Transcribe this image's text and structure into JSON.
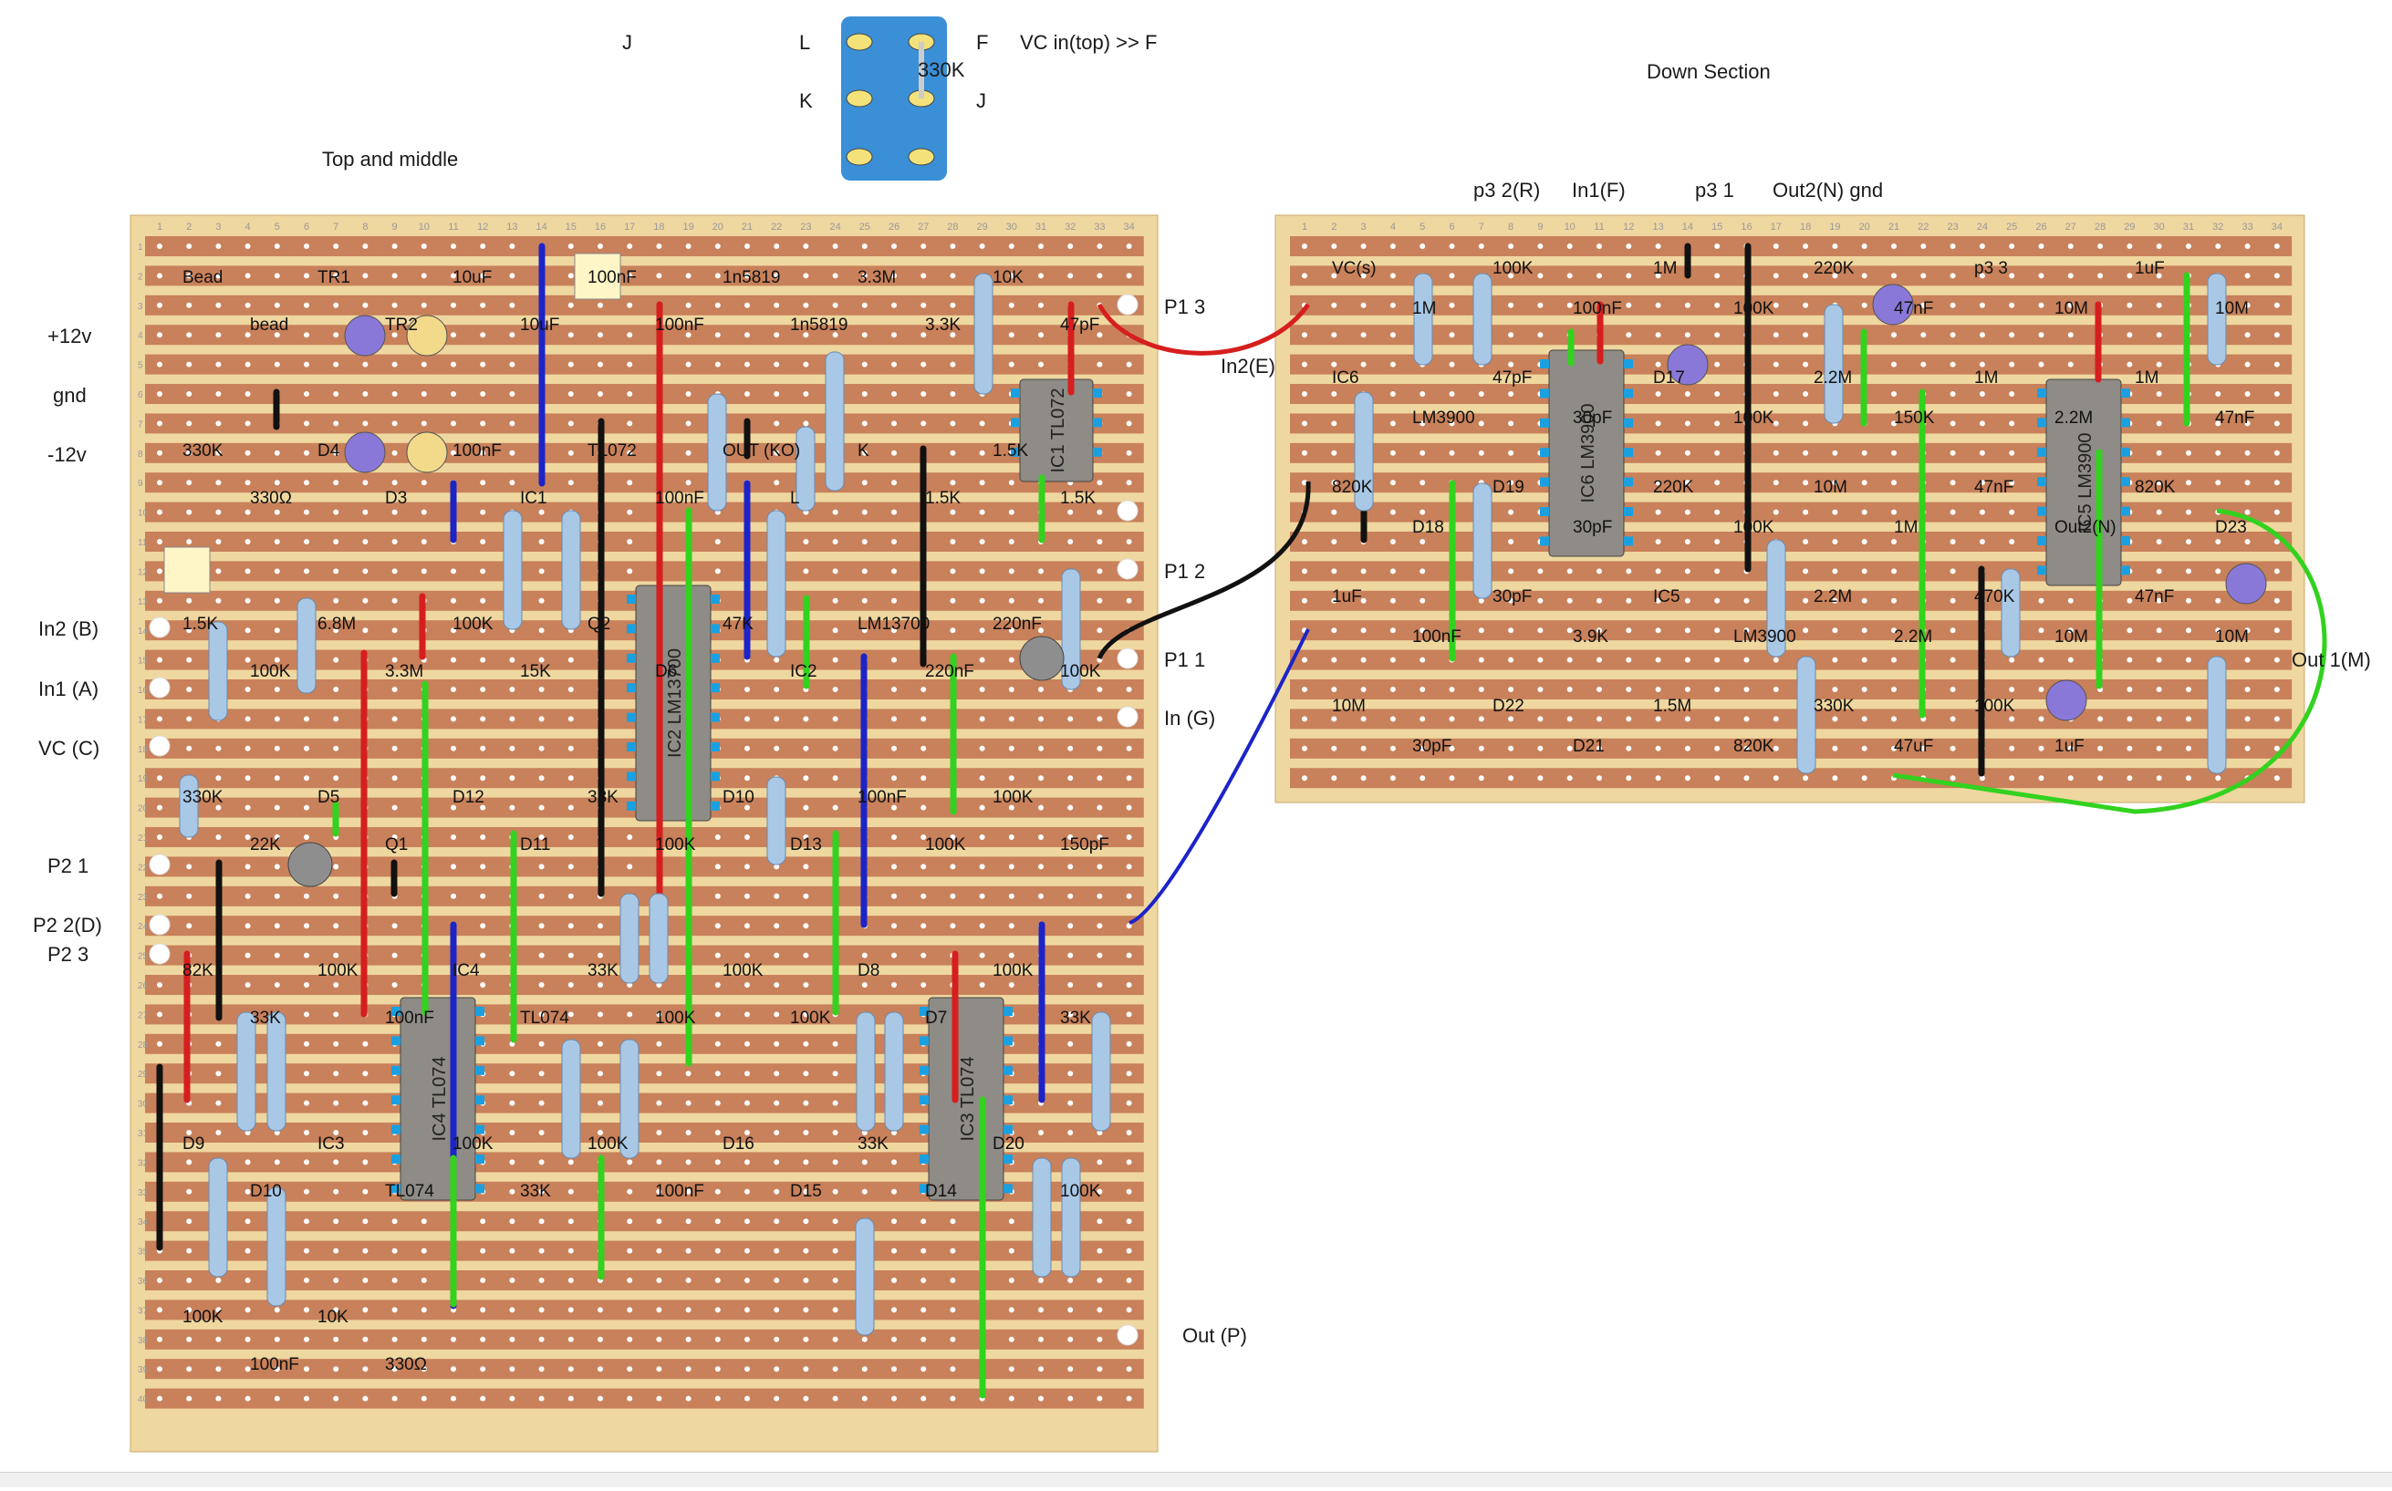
{
  "titles": {
    "top_middle": "Top and middle",
    "down_section": "Down Section",
    "switch_note": "VC in(top) >> F"
  },
  "switch": {
    "labels_left": [
      "L",
      "K"
    ],
    "labels_right": [
      "F",
      "J"
    ],
    "label_far_left": "J",
    "resistor": "330K"
  },
  "left_board": {
    "column_numbers": [
      "1",
      "2",
      "3",
      "4",
      "5",
      "6",
      "7",
      "8",
      "9",
      "10",
      "11",
      "12",
      "13",
      "14",
      "15",
      "16",
      "17",
      "18",
      "19",
      "20",
      "21",
      "22",
      "23",
      "24",
      "25",
      "26",
      "27",
      "28",
      "29",
      "30",
      "31",
      "32",
      "33",
      "34"
    ],
    "left_labels": [
      "+12v",
      "gnd",
      "-12v",
      "In2 (B)",
      "In1 (A)",
      "VC (C)",
      "P2 1",
      "P2 2(D)",
      "P2 3"
    ],
    "right_labels": [
      "P1 3",
      "P1 2",
      "P1 1",
      "In (G)",
      "Out (P)"
    ],
    "component_labels": [
      "Bead",
      "bead",
      "TR1",
      "TR2",
      "10uF",
      "10uF",
      "100nF",
      "100nF",
      "1n5819",
      "1n5819",
      "3.3M",
      "3.3K",
      "10K",
      "47pF",
      "330K",
      "330Ω",
      "D4",
      "D3",
      "100nF",
      "IC1",
      "TL072",
      "100nF",
      "OUT (KO)",
      "L",
      "K",
      "1.5K",
      "1.5K",
      "1.5K",
      "1.5K",
      "100K",
      "6.8M",
      "3.3M",
      "100K",
      "15K",
      "Q2",
      "D6",
      "47K",
      "IC2",
      "LM13700",
      "220nF",
      "220nF",
      "100K",
      "330K",
      "22K",
      "D5",
      "Q1",
      "D12",
      "D11",
      "33K",
      "100K",
      "D10",
      "D13",
      "100nF",
      "100K",
      "100K",
      "150pF",
      "82K",
      "33K",
      "100K",
      "100nF",
      "IC4",
      "TL074",
      "33K",
      "100K",
      "100K",
      "100K",
      "D8",
      "D7",
      "100K",
      "33K",
      "D9",
      "D10",
      "IC3",
      "TL074",
      "100K",
      "33K",
      "100K",
      "100nF",
      "D16",
      "D15",
      "33K",
      "D14",
      "D20",
      "100K",
      "100K",
      "100nF",
      "10K",
      "330Ω"
    ]
  },
  "right_board": {
    "column_numbers": [
      "1",
      "2",
      "3",
      "4",
      "5",
      "6",
      "7",
      "8",
      "9",
      "10",
      "11",
      "12",
      "13",
      "14",
      "15",
      "16",
      "17",
      "18",
      "19",
      "20",
      "21",
      "22",
      "23",
      "24",
      "25",
      "26",
      "27",
      "28",
      "29",
      "30",
      "31",
      "32",
      "33",
      "34"
    ],
    "top_labels": [
      "p3 2(R)",
      "In1(F)",
      "p3 1",
      "Out2(N) gnd"
    ],
    "left_label": "In2(E)",
    "right_label": "Out 1(M)",
    "component_labels": [
      "VC(s)",
      "1M",
      "100K",
      "100nF",
      "1M",
      "100K",
      "220K",
      "47nF",
      "p3 3",
      "10M",
      "1uF",
      "10M",
      "IC6",
      "LM3900",
      "47pF",
      "30pF",
      "D17",
      "100K",
      "2.2M",
      "150K",
      "1M",
      "2.2M",
      "1M",
      "47nF",
      "820K",
      "D18",
      "D19",
      "30pF",
      "220K",
      "100K",
      "10M",
      "1M",
      "47nF",
      "Out2(N)",
      "820K",
      "D23",
      "1uF",
      "100nF",
      "30pF",
      "3.9K",
      "IC5",
      "LM3900",
      "2.2M",
      "2.2M",
      "470K",
      "10M",
      "47nF",
      "10M",
      "10M",
      "30pF",
      "D22",
      "D21",
      "1.5M",
      "820K",
      "330K",
      "47uF",
      "100K",
      "1uF"
    ]
  },
  "colors": {
    "strip": "#c8815a",
    "board": "#efd7a0",
    "hole": "#ffffff",
    "wire_red": "#d61e1e",
    "wire_blue": "#1c24c8",
    "wire_black": "#111111",
    "wire_green": "#32d21e",
    "ic_body": "#8f8b86",
    "resistor": "#a8c8e6",
    "cap_film": "#f3d98a",
    "cap_elec": "#8a78d8",
    "switch": "#3b8fd6"
  }
}
